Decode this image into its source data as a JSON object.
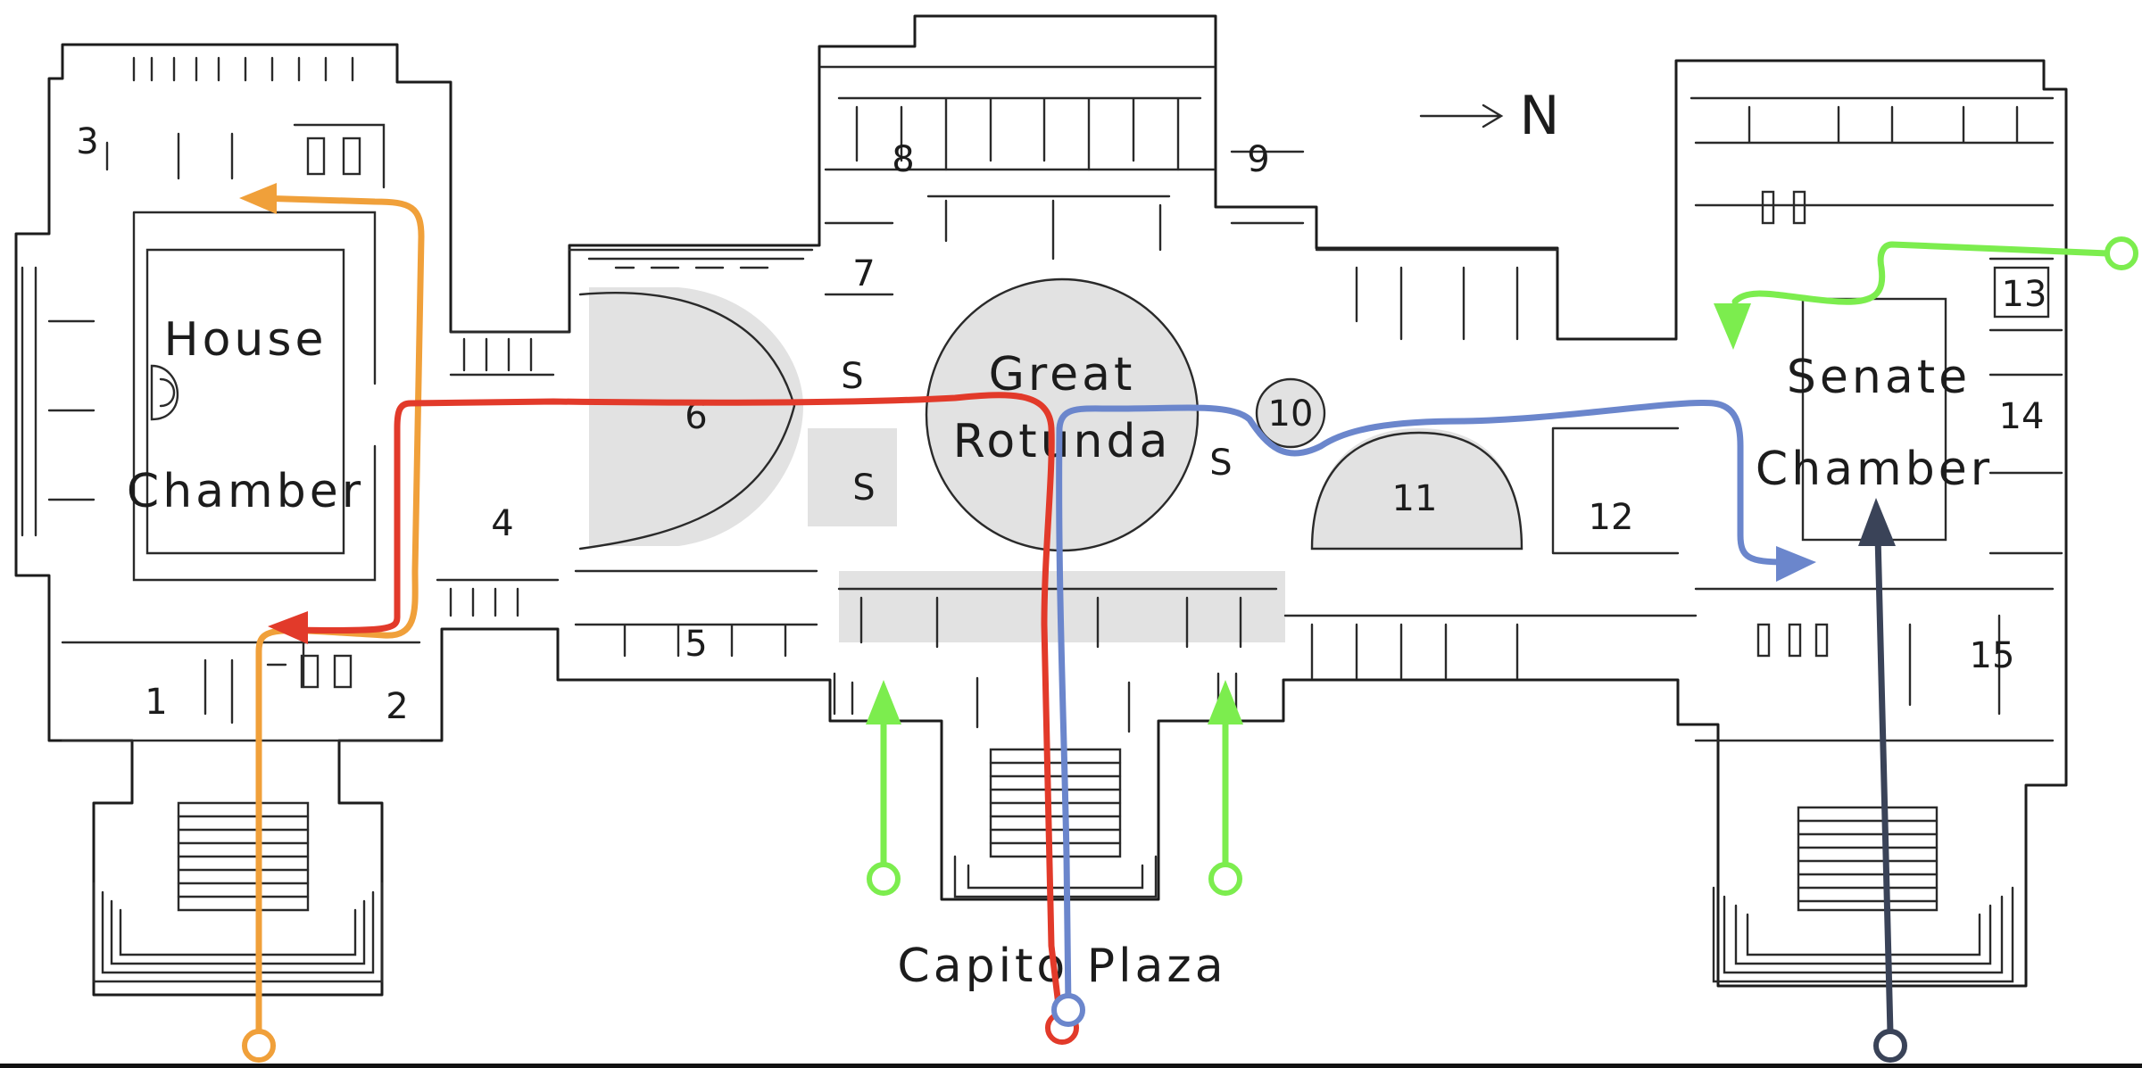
{
  "map": {
    "compass": "N",
    "rooms": {
      "house": [
        "House",
        "Chamber"
      ],
      "rotunda": [
        "Great",
        "Rotunda"
      ],
      "senate": [
        "Senate",
        "Chamber"
      ],
      "plaza": "Capito Plaza",
      "numbers": [
        "1",
        "2",
        "3",
        "4",
        "5",
        "6",
        "7",
        "8",
        "9",
        "10",
        "11",
        "12",
        "13",
        "14",
        "15"
      ],
      "s_labels": [
        "S",
        "S",
        "S"
      ]
    },
    "routes": [
      {
        "color": "#f0a03a"
      },
      {
        "color": "#e23a2a"
      },
      {
        "color": "#6b86cc"
      },
      {
        "color": "#7ced4e"
      },
      {
        "color": "#3a4358"
      }
    ]
  }
}
